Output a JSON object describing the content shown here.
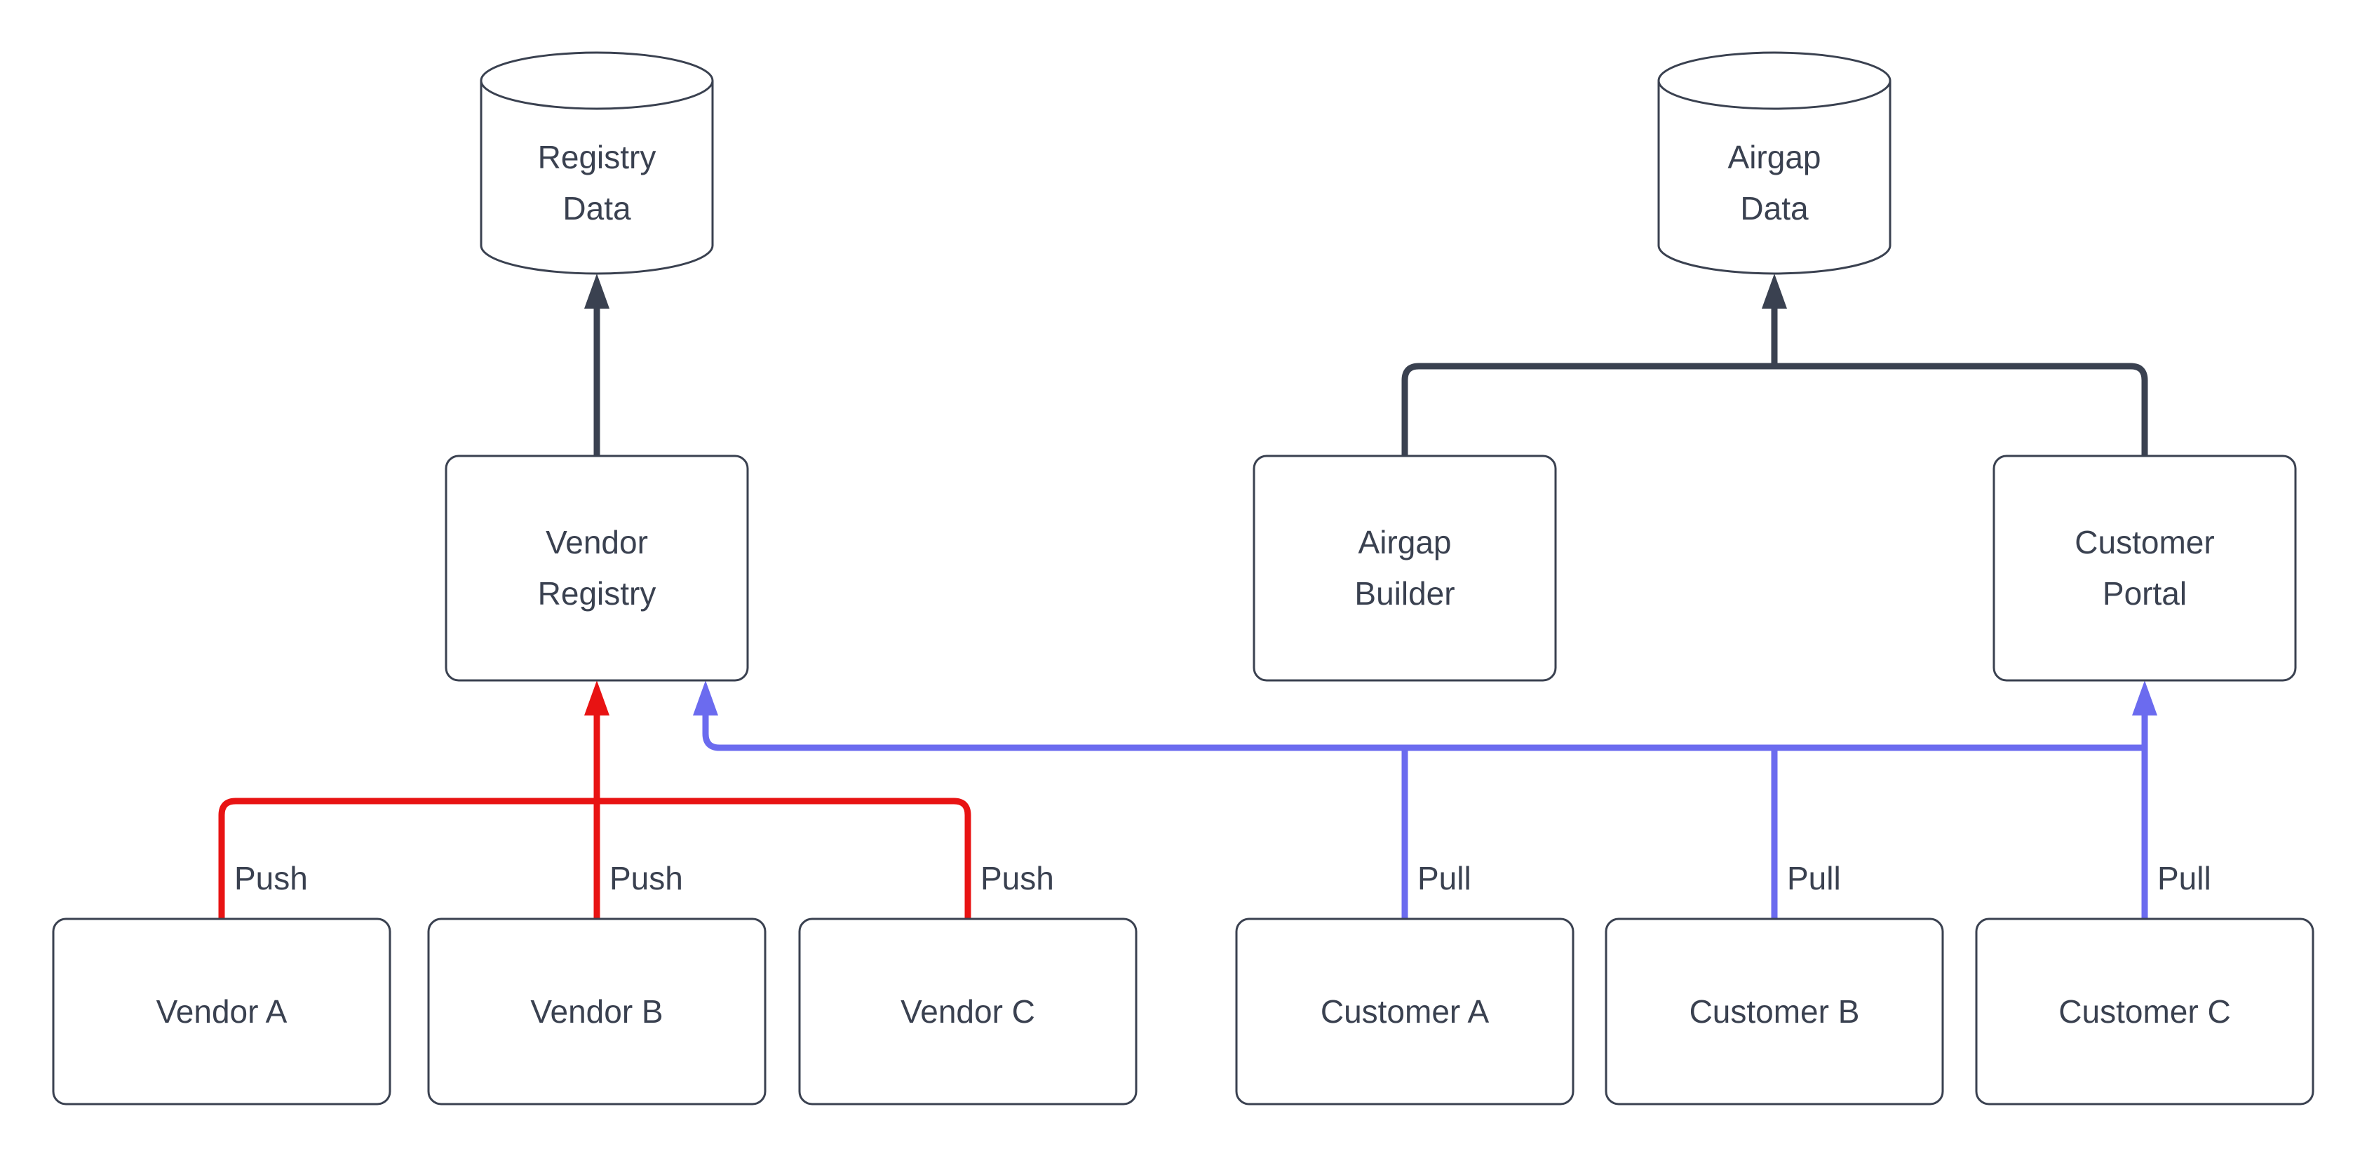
{
  "diagram": {
    "colors": {
      "dark": "#3a4150",
      "push_red": "#e81313",
      "pull_blue": "#6b6bef",
      "node_fill": "#ffffff",
      "background": "#ffffff"
    },
    "nodes": {
      "registry_data": {
        "shape": "cylinder",
        "line1": "Registry",
        "line2": "Data"
      },
      "airgap_data": {
        "shape": "cylinder",
        "line1": "Airgap",
        "line2": "Data"
      },
      "vendor_registry": {
        "shape": "rect",
        "line1": "Vendor",
        "line2": "Registry"
      },
      "airgap_builder": {
        "shape": "rect",
        "line1": "Airgap",
        "line2": "Builder"
      },
      "customer_portal": {
        "shape": "rect",
        "line1": "Customer",
        "line2": "Portal"
      },
      "vendor_a": {
        "shape": "rect",
        "label": "Vendor A"
      },
      "vendor_b": {
        "shape": "rect",
        "label": "Vendor B"
      },
      "vendor_c": {
        "shape": "rect",
        "label": "Vendor C"
      },
      "customer_a": {
        "shape": "rect",
        "label": "Customer A"
      },
      "customer_b": {
        "shape": "rect",
        "label": "Customer B"
      },
      "customer_c": {
        "shape": "rect",
        "label": "Customer C"
      }
    },
    "edges": {
      "push_labels": [
        "Push",
        "Push",
        "Push"
      ],
      "pull_labels": [
        "Pull",
        "Pull",
        "Pull"
      ]
    }
  }
}
